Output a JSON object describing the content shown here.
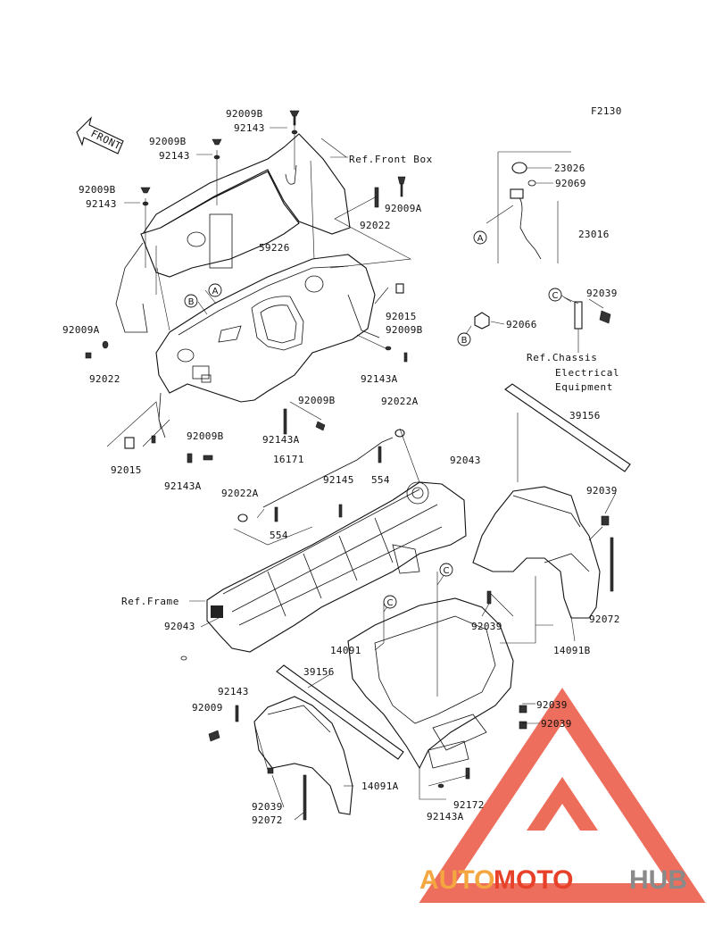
{
  "figure_code": "F2130",
  "direction_label": "FRONT",
  "labels": {
    "l_92009B_top": "92009B",
    "l_92143_top": "92143",
    "l_92009B_2": "92009B",
    "l_92143_2": "92143",
    "l_92009B_3": "92009B",
    "l_92143_3": "92143",
    "l_92022_a": "92022",
    "l_92009A_a": "92009A",
    "l_59226": "59226",
    "l_92015_a": "92015",
    "l_92009B_4": "92009B",
    "l_92143A_a": "92143A",
    "l_92009A_b": "92009A",
    "l_92022_b": "92022",
    "l_92015_b": "92015",
    "l_92009B_5": "92009B",
    "l_92143A_b": "92143A",
    "l_92009B_6": "92009B",
    "l_92143A_c": "92143A",
    "l_92022A_a": "92022A",
    "l_16171": "16171",
    "l_92145": "92145",
    "l_554_a": "554",
    "l_92022A_b": "92022A",
    "l_554_b": "554",
    "l_92043_a": "92043",
    "l_92043_b": "92043",
    "l_23026": "23026",
    "l_92069": "92069",
    "l_23016": "23016",
    "l_92039_a": "92039",
    "l_92066": "92066",
    "l_39156_a": "39156",
    "l_92039_b": "92039",
    "l_92039_c": "92039",
    "l_92072_a": "92072",
    "l_14091B": "14091B",
    "l_14091": "14091",
    "l_39156_b": "39156",
    "l_92143_b": "92143",
    "l_92009": "92009",
    "l_92039_d": "92039",
    "l_92039_e": "92039",
    "l_14091A": "14091A",
    "l_92039_f": "92039",
    "l_92072_b": "92072",
    "l_92172": "92172",
    "l_92143A_d": "92143A"
  },
  "references": {
    "front_box": "Ref.Front Box",
    "frame": "Ref.Frame",
    "chassis_1": "Ref.Chassis",
    "chassis_2": "Electrical",
    "chassis_3": "Equipment"
  },
  "callouts": {
    "A": "A",
    "B": "B",
    "C": "C"
  },
  "watermark": {
    "part1": "AUTO",
    "part2": "MOTO",
    "part3": "HUB",
    "color1": "#f4a640",
    "color2": "#e8412a",
    "color3": "#8a8a8a",
    "logo_color": "#e8412a"
  }
}
